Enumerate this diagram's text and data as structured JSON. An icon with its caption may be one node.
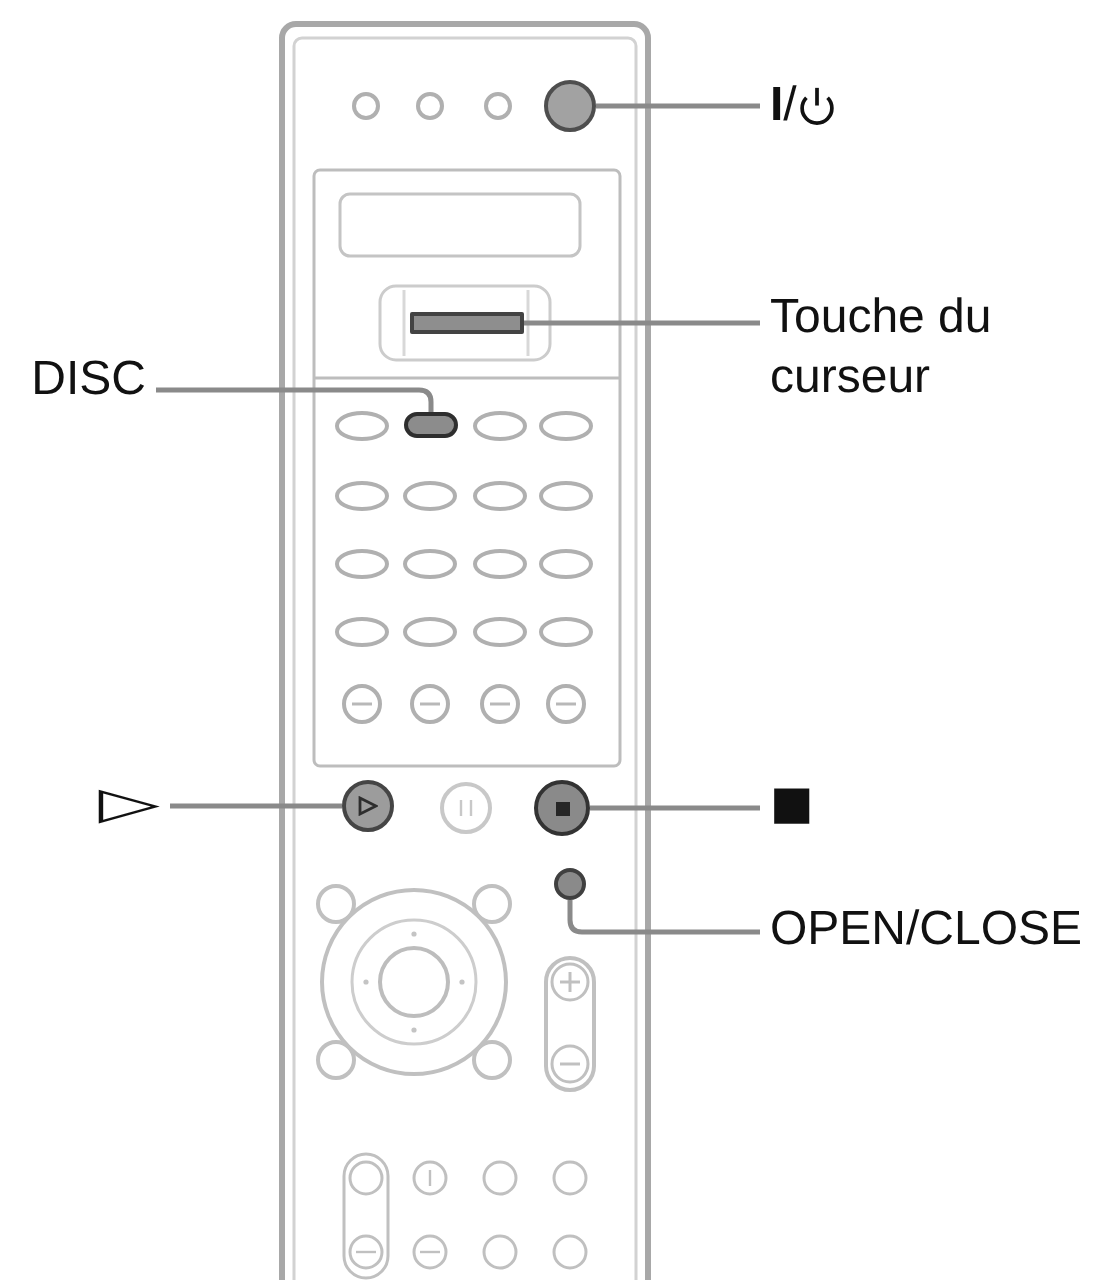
{
  "diagram": {
    "nodes": [
      {
        "text": [
          "**I**/"
        ]
      },
      {
        "text": [],
        "shape": "circle"
      },
      {
        "text": [
          "Touche du curseur"
        ]
      },
      {
        "text": [],
        "shape": "bar"
      },
      {
        "text": [
          "DISC"
        ]
      },
      {
        "text": [],
        "shape": "oval"
      },
      {
        "text": [
          "▷"
        ]
      },
      {
        "text": [],
        "shape": "circle"
      },
      {
        "text": [
          "■"
        ]
      },
      {
        "text": [],
        "shape": "circle"
      },
      {
        "text": [
          "OPEN/CLOSE"
        ]
      },
      {
        "text": [],
        "shape": "circle"
      }
    ],
    "edges": [
      {
        "from": 0,
        "to": 1,
        "arrow": "none"
      },
      {
        "from": 2,
        "to": 3,
        "arrow": "none"
      },
      {
        "from": 4,
        "to": 5,
        "arrow": "none"
      },
      {
        "from": 6,
        "to": 7,
        "arrow": "none"
      },
      {
        "from": 8,
        "to": 9,
        "arrow": "none"
      },
      {
        "from": 10,
        "to": 11,
        "arrow": "none"
      }
    ]
  }
}
